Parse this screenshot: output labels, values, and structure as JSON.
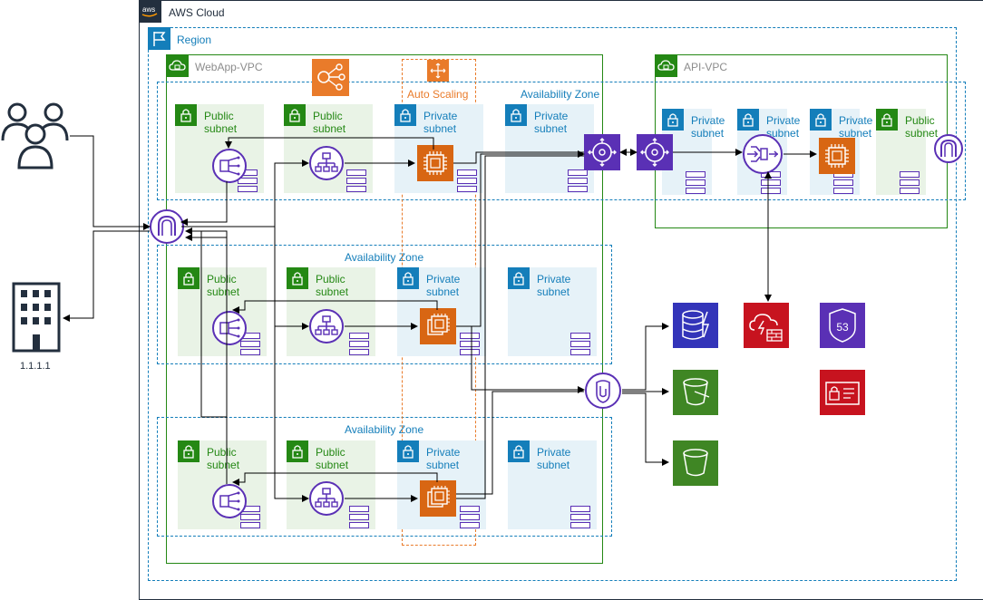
{
  "groups": {
    "aws_cloud": "AWS Cloud",
    "region": "Region",
    "webapp_vpc": "WebApp-VPC",
    "api_vpc": "API-VPC",
    "auto_scaling": "Auto Scaling",
    "availability_zone": "Availability Zone"
  },
  "subnets": {
    "public": "Public\nsubnet",
    "private": "Private\nsubnet"
  },
  "labels": {
    "dns_ip": "1.1.1.1"
  },
  "icons": [
    "aws-logo-icon",
    "region-flag-icon",
    "vpc-cloud-icon",
    "users-icon",
    "corporate-datacenter-icon",
    "internet-gateway-icon",
    "nat-gateway-icon",
    "application-load-balancer-icon",
    "ec2-instance-icon",
    "transit-gateway-icon",
    "network-load-balancer-icon",
    "elastic-network-interface-icon",
    "auto-scaling-icon",
    "sns-icon",
    "dynamodb-icon",
    "s3-bucket-icon",
    "cloudfront-waf-icon",
    "route53-icon",
    "certificate-manager-icon",
    "vpc-endpoint-icon",
    "lock-icon"
  ],
  "colors": {
    "vpc_green": "#248814",
    "region_blue": "#147eba",
    "asg_orange": "#e97b2a",
    "compute_orange": "#d86613",
    "network_purple": "#5a30b5",
    "database_blue": "#3334b9",
    "storage_green": "#3f8624",
    "security_red": "#c7131f",
    "aws_dark": "#232f3e"
  }
}
